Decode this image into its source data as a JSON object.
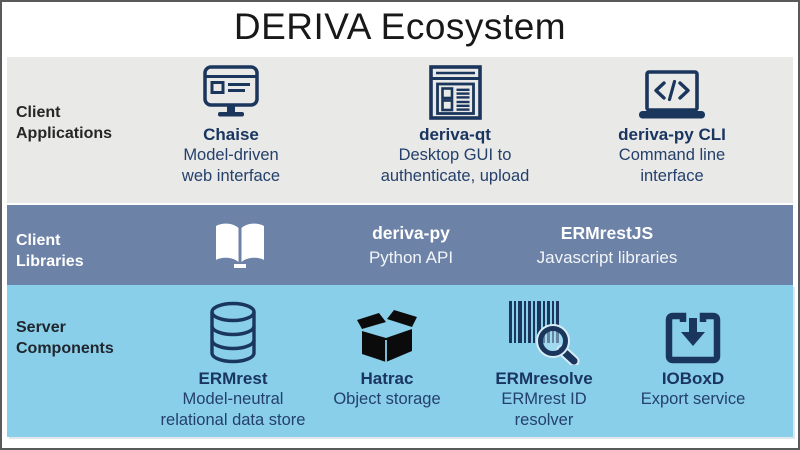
{
  "title": "DERIVA Ecosystem",
  "colors": {
    "band1_bg": "#e9e9e7",
    "band2_bg": "#6d82a7",
    "band3_bg": "#89cfea",
    "navy": "#1b365d",
    "hatrac_black": "#0b0b0c",
    "title_color": "#181818"
  },
  "bands": {
    "client_applications": {
      "label_line1": "Client",
      "label_line2": "Applications",
      "items": {
        "chaise": {
          "icon": "monitor-browser-icon",
          "name": "Chaise",
          "desc1": "Model-driven",
          "desc2": "web interface"
        },
        "deriva_qt": {
          "icon": "window-list-icon",
          "name": "deriva-qt",
          "desc1": "Desktop GUI to",
          "desc2": "authenticate, upload"
        },
        "deriva_py_cli": {
          "icon": "laptop-code-icon",
          "name": "deriva-py CLI",
          "desc1": "Command line",
          "desc2": "interface"
        }
      }
    },
    "client_libraries": {
      "label_line1": "Client",
      "label_line2": "Libraries",
      "items": {
        "book": {
          "icon": "open-book-icon"
        },
        "deriva_py": {
          "name": "deriva-py",
          "desc1": "Python API"
        },
        "ermrestjs": {
          "name": "ERMrestJS",
          "desc1": "Javascript libraries"
        }
      }
    },
    "server_components": {
      "label_line1": "Server",
      "label_line2": "Components",
      "items": {
        "ermrest": {
          "icon": "database-icon",
          "name": "ERMrest",
          "desc1": "Model-neutral",
          "desc2": "relational data store"
        },
        "hatrac": {
          "icon": "open-box-icon",
          "name": "Hatrac",
          "desc1": "Object storage"
        },
        "ermresolve": {
          "icon": "barcode-magnifier-icon",
          "name": "ERMresolve",
          "desc1": "ERMrest ID",
          "desc2": "resolver"
        },
        "ioboxd": {
          "icon": "download-box-icon",
          "name": "IOBoxD",
          "desc1": "Export service"
        }
      }
    }
  }
}
